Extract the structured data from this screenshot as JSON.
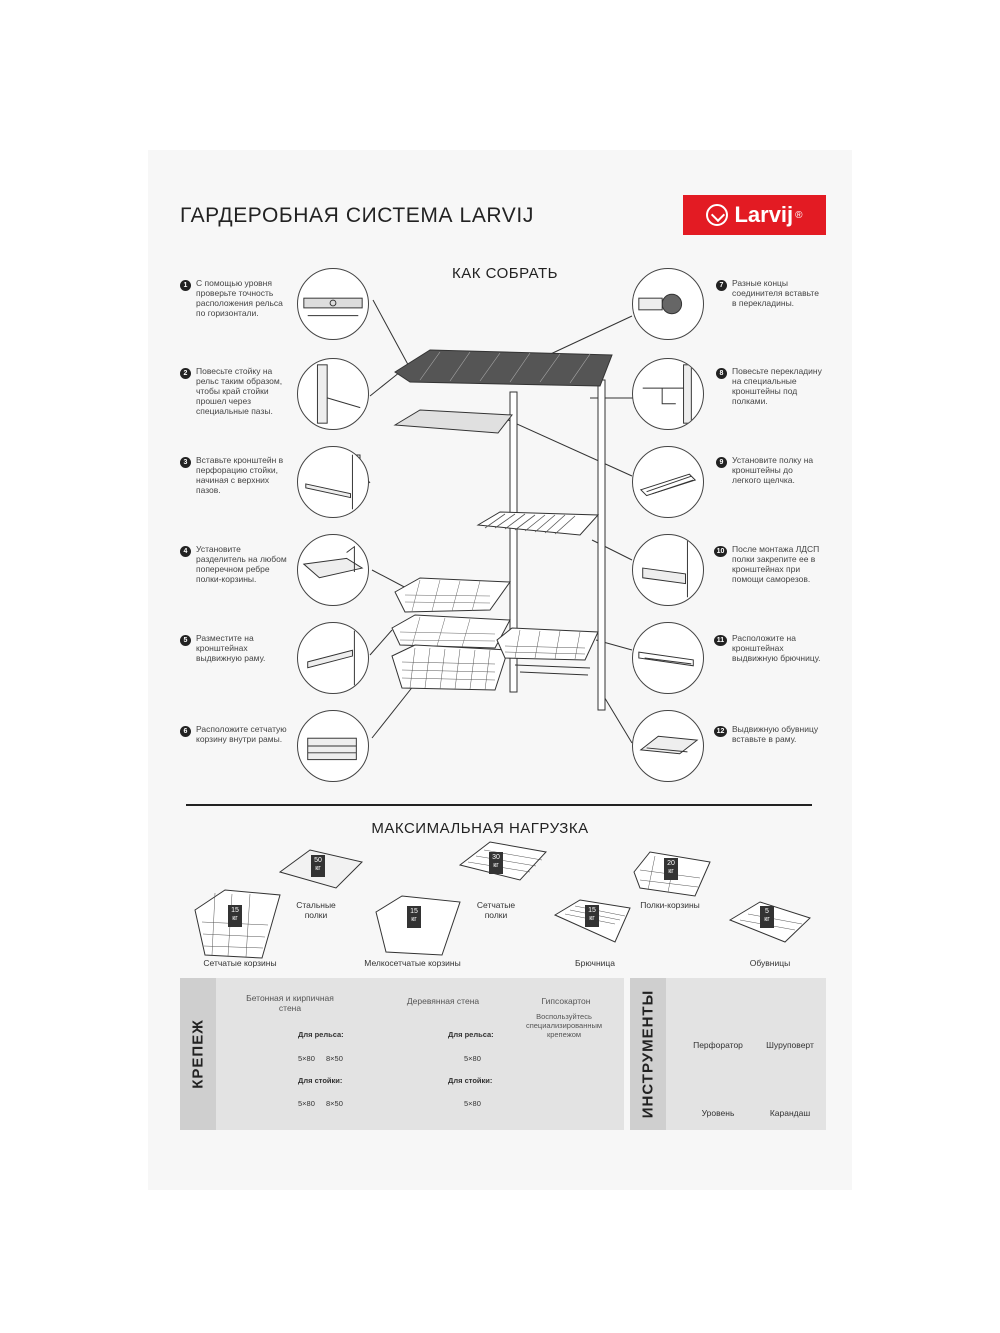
{
  "header": {
    "title": "ГАРДЕРОБНАЯ СИСТЕМА LARVIJ",
    "logo_text": "Larvij",
    "logo_mark": "®",
    "brand_color": "#e31b23"
  },
  "assembly": {
    "heading": "КАК СОБРАТЬ",
    "steps": [
      {
        "n": "1",
        "text": "С помощью уровня проверьте точность расположения рельса по горизонтали."
      },
      {
        "n": "2",
        "text": "Повесьте стойку на рельс таким образом, чтобы край стойки прошел через специальные пазы."
      },
      {
        "n": "3",
        "text": "Вставьте кронштейн в перфорацию стойки, начиная с верхних пазов."
      },
      {
        "n": "4",
        "text": "Установите разделитель на любом поперечном ребре полки-корзины."
      },
      {
        "n": "5",
        "text": "Разместите на кронштейнах выдвижную раму."
      },
      {
        "n": "6",
        "text": "Расположите сетчатую корзину внутри рамы."
      },
      {
        "n": "7",
        "text": "Разные концы соединителя вставьте в перекладины."
      },
      {
        "n": "8",
        "text": "Повесьте перекладину на специальные кронштейны под полками."
      },
      {
        "n": "9",
        "text": "Установите полку на кронштейны до легкого щелчка."
      },
      {
        "n": "10",
        "text": "После монтажа ЛДСП полки закрепите ее в кронштейнах при помощи саморезов."
      },
      {
        "n": "11",
        "text": "Расположите на кронштейнах выдвижную брючницу."
      },
      {
        "n": "12",
        "text": "Выдвижную обувницу вставьте в раму."
      }
    ]
  },
  "load": {
    "heading": "МАКСИМАЛЬНАЯ НАГРУЗКА",
    "items": [
      {
        "label": "Стальные полки",
        "weight": "50",
        "unit": "кг"
      },
      {
        "label": "Сетчатые полки",
        "weight": "30",
        "unit": "кг"
      },
      {
        "label": "Полки-корзины",
        "weight": "20",
        "unit": "кг"
      },
      {
        "label": "Сетчатые корзины",
        "weight": "15",
        "unit": "кг"
      },
      {
        "label": "Мелкосетчатые корзины",
        "weight": "15",
        "unit": "кг"
      },
      {
        "label": "Брючница",
        "weight": "15",
        "unit": "кг"
      },
      {
        "label": "Обувницы",
        "weight": "5",
        "unit": "кг"
      }
    ]
  },
  "fastening": {
    "tab": "КРЕПЕЖ",
    "concrete": {
      "title": "Бетонная и кирпичная стена",
      "rail_label": "Для рельса:",
      "rail_sizes": [
        "5×80",
        "8×50"
      ],
      "post_label": "Для стойки:",
      "post_sizes": [
        "5×80",
        "8×50"
      ]
    },
    "wood": {
      "title": "Деревянная стена",
      "rail_label": "Для рельса:",
      "rail_sizes": [
        "5×80"
      ],
      "post_label": "Для стойки:",
      "post_sizes": [
        "5×80"
      ]
    },
    "drywall": {
      "title": "Гипсокартон",
      "note": "Воспользуйтесь специализированным крепежом"
    }
  },
  "tools": {
    "tab": "ИНСТРУМЕНТЫ",
    "items": [
      {
        "label": "Перфоратор"
      },
      {
        "label": "Шуруповерт"
      },
      {
        "label": "Уровень"
      },
      {
        "label": "Карандаш"
      }
    ]
  }
}
